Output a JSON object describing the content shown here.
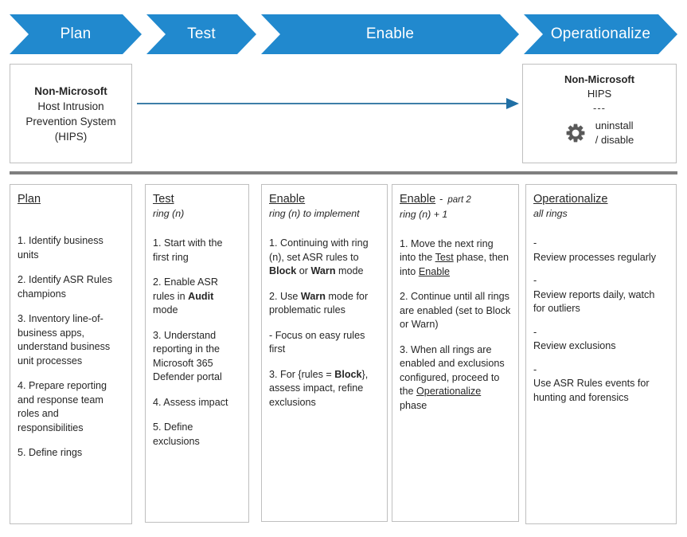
{
  "banner": {
    "phases": [
      {
        "label": "Plan",
        "name": "chevron-plan"
      },
      {
        "label": "Test",
        "name": "chevron-test"
      },
      {
        "label": "Enable",
        "name": "chevron-enable"
      },
      {
        "label": "Operationalize",
        "name": "chevron-operationalize"
      }
    ],
    "color": "#2189CE",
    "text_color": "#FFFFFF"
  },
  "top_row": {
    "left_box": {
      "title": "Non-Microsoft",
      "line1": "Host Intrusion",
      "line2": "Prevention System",
      "line3": "(HIPS)"
    },
    "arrow": {
      "color": "#3E7EA8",
      "direction": "right"
    },
    "right_box": {
      "title": "Non-Microsoft",
      "subtitle": "HIPS",
      "separator": "---",
      "icon": "gear-icon",
      "action_line1": "uninstall",
      "action_line2": "/ disable"
    }
  },
  "divider": {
    "color": "#7F7F7F"
  },
  "columns": [
    {
      "name": "column-plan",
      "heading": "Plan",
      "heading_suffix": "",
      "subheading": "",
      "items": [
        "1. Identify business units",
        "2. Identify ASR Rules champions",
        "3. Inventory line-of-business apps, understand business unit processes",
        "4.  Prepare reporting and response team roles and responsibilities",
        "5. Define rings"
      ]
    },
    {
      "name": "column-test",
      "heading": "Test",
      "heading_suffix": "",
      "subheading": "ring (n)",
      "items": [
        "1. Start with the first ring",
        "2. Enable ASR rules in <b>Audit</b> mode",
        "3. Understand reporting in the Microsoft 365 Defender portal",
        "4. Assess impact",
        "5. Define exclusions"
      ]
    },
    {
      "name": "column-enable",
      "heading": "Enable",
      "heading_suffix": "",
      "subheading": "ring (n) to implement",
      "items": [
        "1. Continuing with ring (n), set ASR rules to <b>Block</b> or <b>Warn</b> mode",
        "2. Use <b>Warn</b> mode for problematic rules",
        "- Focus on easy rules first",
        "3. For {rules = <b>Block</b>}, assess impact, refine exclusions"
      ]
    },
    {
      "name": "column-enable-part-2",
      "heading": "Enable",
      "heading_dash": "-",
      "heading_suffix": "part 2",
      "subheading": "ring (n) + 1",
      "items": [
        "1. Move the next ring into the <u>Test</u> phase, then into <u>Enable</u>",
        "2. Continue until all rings are enabled (set to Block or Warn)",
        "3. When all rings are enabled and exclusions configured, proceed to the <u>Operationalize</u> phase"
      ]
    },
    {
      "name": "column-operationalize",
      "heading": "Operationalize",
      "heading_suffix": "",
      "subheading": "all rings",
      "items": [
        "-<br>Review processes regularly",
        "-<br>Review reports daily, watch for outliers",
        "-<br>Review exclusions",
        "-<br>Use ASR Rules events for hunting and forensics"
      ]
    }
  ]
}
